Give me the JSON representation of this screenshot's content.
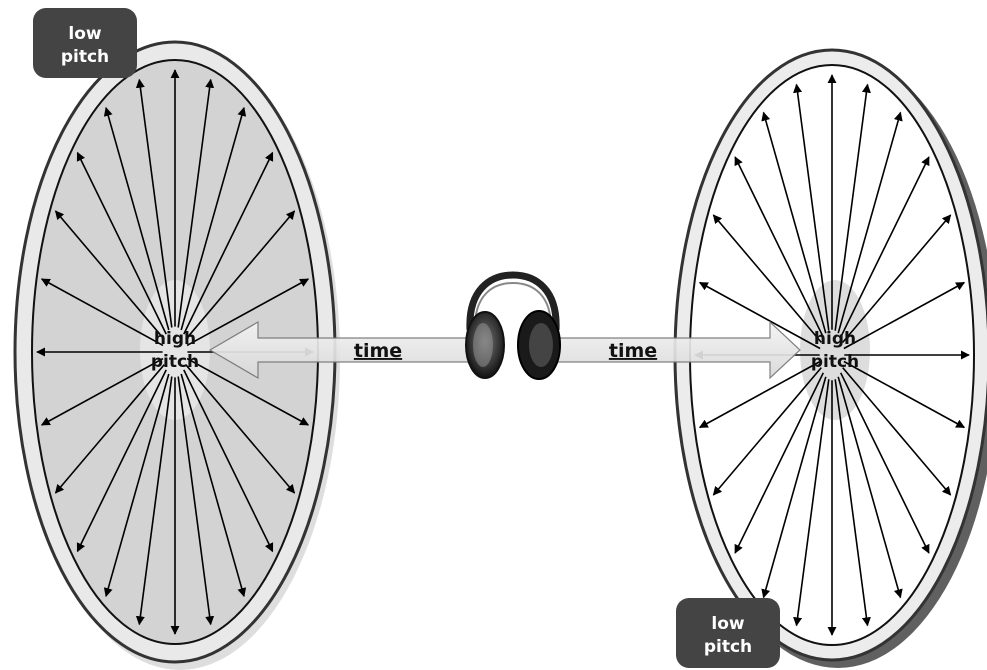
{
  "left_disc": {
    "corner_label": [
      "low",
      "pitch"
    ],
    "center_label": [
      "high",
      "pitch"
    ],
    "fill": "#d3d3d3"
  },
  "right_disc": {
    "corner_label": [
      "low",
      "pitch"
    ],
    "center_label": [
      "high",
      "pitch"
    ],
    "fill": "#ffffff"
  },
  "arrows": {
    "left_label": "time",
    "right_label": "time"
  },
  "center_image": {
    "icon": "headphones-icon"
  },
  "colors": {
    "badge": "#444444",
    "disc_border": "#333333",
    "ring": "#e8e8e8",
    "arrow_band": "#e6e6e6"
  }
}
